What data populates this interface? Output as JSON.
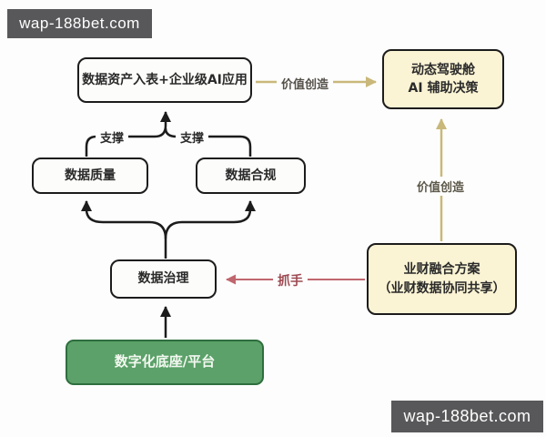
{
  "watermark": {
    "top_left": "wap-188bet.com",
    "bottom_right": "wap-188bet.com"
  },
  "diagram": {
    "nodes": {
      "asset": {
        "label": "数据资产入表+企业级AI应用"
      },
      "cockpit": {
        "line1": "动态驾驶舱",
        "line2": "AI 辅助决策"
      },
      "quality": {
        "label": "数据质量"
      },
      "compliance": {
        "label": "数据合规"
      },
      "governance": {
        "label": "数据治理"
      },
      "finance": {
        "line1": "业财融合方案",
        "line2": "（业财数据协同共享）"
      },
      "platform": {
        "label": "数字化底座/平台"
      }
    },
    "edge_labels": {
      "value_creation_top": "价值创造",
      "value_creation_right": "价值创造",
      "support_left": "支撑",
      "support_right": "支撑",
      "grip": "抓手"
    },
    "colors": {
      "black_line": "#1c1c1c",
      "tan_arrow": "#c9b87a",
      "red_arrow": "#c0666e",
      "grip_text": "#9e4a52",
      "yellow_fill": "#faf3d4",
      "green_fill": "#5ba169",
      "green_border": "#2e6e3e",
      "watermark_bg": "#58585a"
    }
  }
}
